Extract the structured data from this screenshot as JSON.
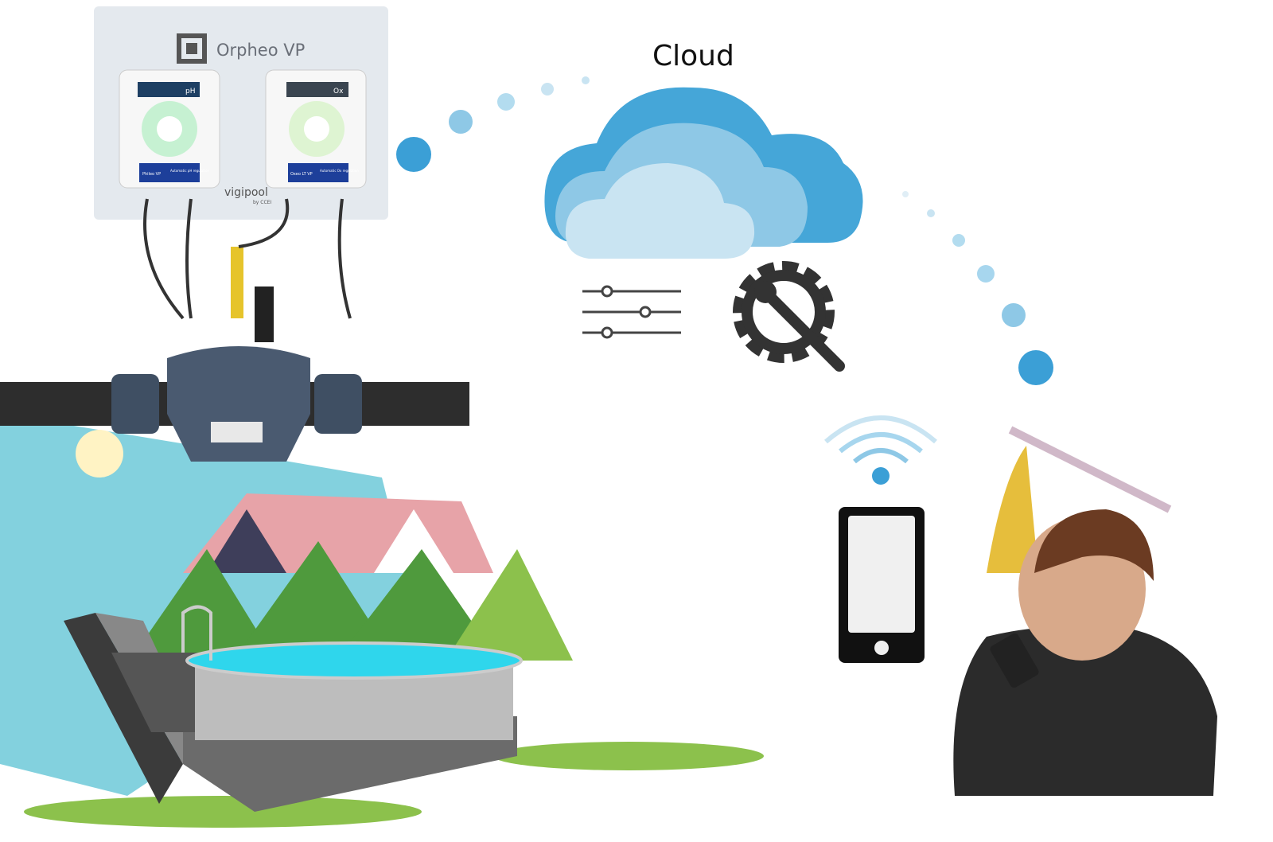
{
  "cloud": {
    "label": "Cloud",
    "colors": {
      "dark": "#45a6d8",
      "mid": "#8ec8e6",
      "light": "#c9e4f2"
    }
  },
  "device": {
    "brand_title": "Orpheo VP",
    "logo": "vigipool",
    "logo_sub": "by CCEI",
    "modules": [
      {
        "badge": "pH",
        "name": "Phileo VP",
        "desc": "Automatic pH regulation"
      },
      {
        "badge": "Ox",
        "name": "Oxeo LT VP",
        "desc": "Automatic Ox regulation"
      }
    ]
  },
  "icons": [
    "sliders-icon",
    "gear-wrench-icon",
    "wifi-icon",
    "smartphone-icon",
    "qr-code-icon"
  ],
  "colors": {
    "dots": "#3b9fd6",
    "pool_water": "#2fd6ec",
    "sky": "#5fc6d6",
    "grass": "#7cc24a"
  }
}
